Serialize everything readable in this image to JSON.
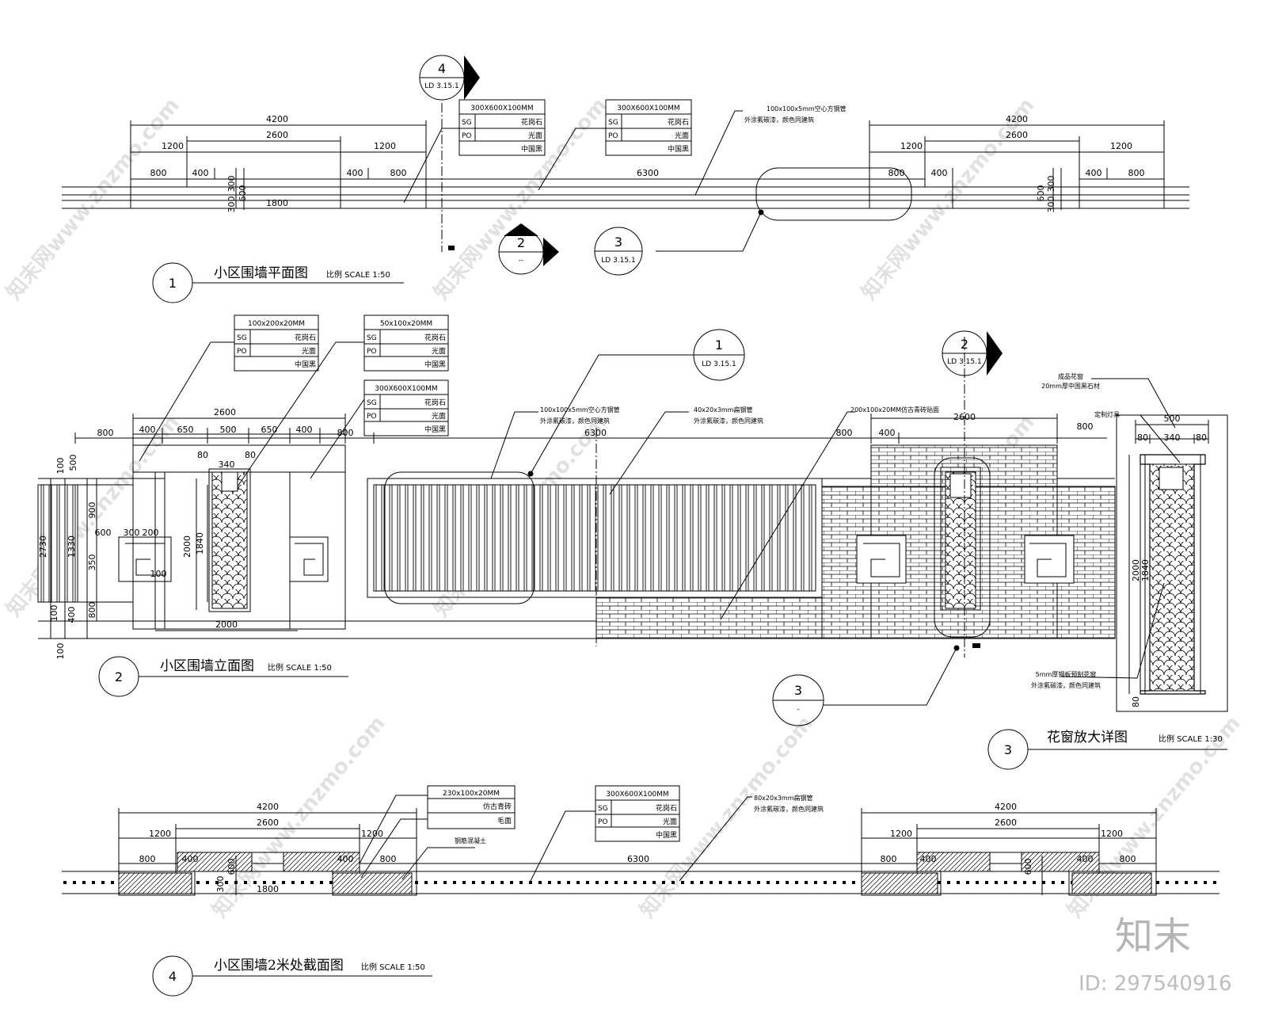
{
  "views": {
    "plan": {
      "num": "1",
      "title": "小区围墙平面图",
      "scale": "比例 SCALE 1:50"
    },
    "elevation": {
      "num": "2",
      "title": "小区围墙立面图",
      "scale": "比例 SCALE 1:50"
    },
    "detail": {
      "num": "3",
      "title": "花窗放大详图",
      "scale": "比例 SCALE 1:30"
    },
    "section": {
      "num": "4",
      "title": "小区围墙2米处截面图",
      "scale": "比例 SCALE 1:50"
    }
  },
  "callouts": {
    "plan_sec4": {
      "num": "4",
      "ref": "LD 3.15.1"
    },
    "plan_sec2": {
      "num": "2",
      "ref": "--"
    },
    "plan_det3": {
      "num": "3",
      "ref": "LD 3.15.1"
    },
    "elev_det1": {
      "num": "1",
      "ref": "LD 3.15.1"
    },
    "elev_sec2": {
      "num": "2",
      "ref": "LD 3.15.1"
    },
    "elev_det3": {
      "num": "3",
      "ref": "-"
    }
  },
  "plan": {
    "dims": {
      "l4200": "4200",
      "l2600": "2600",
      "l1200a": "1200",
      "l1200b": "1200",
      "l800a": "800",
      "l400a": "400",
      "l400b": "400",
      "l800b": "800",
      "l6300": "6300",
      "l800c": "800",
      "l400c": "400",
      "r4200": "4200",
      "r2600": "2600",
      "r1200a": "1200",
      "r1200b": "1200",
      "r400": "400",
      "r800": "800",
      "v300a": "300",
      "v300b": "300",
      "v600": "600",
      "l1800": "1800",
      "rv600": "600",
      "rv300a": "300",
      "rv300b": "300"
    },
    "table1": {
      "size": "300X600X100MM",
      "r1a": "SG",
      "r1b": "花岗石",
      "r2a": "PO",
      "r2b": "光面",
      "r3b": "中国黑"
    },
    "table2": {
      "size": "300X600X100MM",
      "r1a": "SG",
      "r1b": "花岗石",
      "r2a": "PO",
      "r2b": "光面",
      "r3b": "中国黑"
    },
    "note": {
      "l1": "100x100x5mm空心方钢管",
      "l2": "外涂氟碳漆，颜色同建筑"
    }
  },
  "elevation": {
    "table1": {
      "size": "100x200x20MM",
      "r1a": "SG",
      "r1b": "花岗石",
      "r2a": "PO",
      "r2b": "光面",
      "r3b": "中国黑"
    },
    "table2": {
      "size": "50x100x20MM",
      "r1a": "SG",
      "r1b": "花岗石",
      "r2a": "PO",
      "r2b": "光面",
      "r3b": "中国黑"
    },
    "table3": {
      "size": "300X600X100MM",
      "r1a": "SG",
      "r1b": "花岗石",
      "r2a": "PO",
      "r2b": "光面",
      "r3b": "中国黑"
    },
    "notes": {
      "n1a": "100x100x5mm空心方钢管",
      "n1b": "外涂氟碳漆，颜色同建筑",
      "n2a": "40x20x3mm扁钢管",
      "n2b": "外涂氟碳漆，颜色同建筑",
      "n3": "200x100x20MM仿古青砖贴面"
    },
    "dims": {
      "t2600": "2600",
      "t400a": "400",
      "t650a": "650",
      "t500": "500",
      "t650b": "650",
      "t400b": "400",
      "t800a": "800",
      "t800b": "800",
      "t6300": "6300",
      "t800c": "800",
      "t400c": "400",
      "t2600r": "2600",
      "t800r": "800",
      "w80a": "80",
      "w80b": "80",
      "w340": "340",
      "v100a": "100",
      "v500": "500",
      "v900": "900",
      "v2730": "2730",
      "v1330": "1330",
      "v350": "350",
      "v800": "800",
      "v100b": "100",
      "v400": "400",
      "v100c": "100",
      "h600": "600",
      "h300": "300",
      "h200": "200",
      "h100": "100",
      "v2000": "2000",
      "v1840": "1840",
      "b2000": "2000"
    }
  },
  "detail": {
    "label1a": "成品花窗",
    "label1b": "20mm厚中国黑石材",
    "label2": "定制灯具",
    "w500": "500",
    "w80a": "80",
    "w340": "340",
    "w80b": "80",
    "v2000": "2000",
    "v1840": "1840",
    "v80": "80",
    "note1": "5mm厚钢板预制花窗",
    "note2": "外涂氟碳漆，颜色同建筑"
  },
  "section": {
    "table1": {
      "size": "230x100x20MM",
      "r1": "仿古青砖",
      "r2": "毛面"
    },
    "concrete": "钢筋混凝土",
    "table2": {
      "size": "300X600X100MM",
      "r1a": "SG",
      "r1b": "花岗石",
      "r2a": "PO",
      "r2b": "光面",
      "r3b": "中国黑"
    },
    "note": {
      "l1": "80x20x3mm扁钢管",
      "l2": "外涂氟碳漆，颜色同建筑"
    },
    "dims": {
      "l4200": "4200",
      "l2600": "2600",
      "l1200a": "1200",
      "l1200b": "1200",
      "l800a": "800",
      "l400a": "400",
      "l400b": "400",
      "l800b": "800",
      "l6300": "6300",
      "l1800": "1800",
      "v300": "300",
      "v600": "600",
      "r4200": "4200",
      "r2600": "2600",
      "r1200a": "1200",
      "r1200b": "1200",
      "r800a": "800",
      "r400a": "400",
      "r400b": "400",
      "r800b": "800",
      "rv600": "600"
    }
  },
  "watermark": {
    "text": "知末网www.znzmo.com",
    "brand": "知末",
    "id": "ID: 297540916"
  }
}
